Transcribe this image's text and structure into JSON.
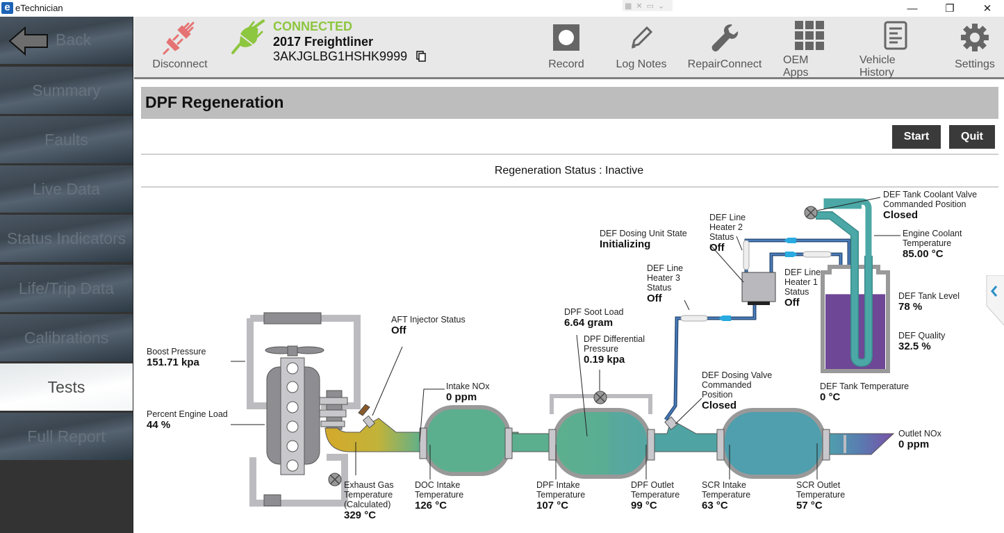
{
  "window": {
    "title": "eTechnician",
    "logo_letter": "e",
    "minimize_glyph": "—",
    "restore_glyph": "❐",
    "close_glyph": "✕"
  },
  "sidebar": {
    "back_label": "Back",
    "items": [
      {
        "label": "Summary",
        "active": false
      },
      {
        "label": "Faults",
        "active": false
      },
      {
        "label": "Live Data",
        "active": false
      },
      {
        "label": "Status Indicators",
        "active": false
      },
      {
        "label": "Life/Trip Data",
        "active": false
      },
      {
        "label": "Calibrations",
        "active": false
      },
      {
        "label": "Tests",
        "active": true
      },
      {
        "label": "Full Report",
        "active": false
      }
    ]
  },
  "topbar": {
    "disconnect_label": "Disconnect",
    "connection_status": "CONNECTED",
    "vehicle": "2017 Freightliner",
    "vin": "3AKJGLBG1HSHK9999",
    "tools": [
      {
        "label": "Record",
        "icon": "record-icon"
      },
      {
        "label": "Log Notes",
        "icon": "pencil-icon"
      },
      {
        "label": "RepairConnect",
        "icon": "wrench-icon"
      },
      {
        "label": "OEM Apps",
        "icon": "grid-icon"
      },
      {
        "label": "Vehicle History",
        "icon": "document-icon"
      },
      {
        "label": "Settings",
        "icon": "gear-icon"
      }
    ],
    "colors": {
      "connected": "#8dc63f",
      "disconnect": "#e57373"
    }
  },
  "page": {
    "title": "DPF Regeneration",
    "start_label": "Start",
    "quit_label": "Quit",
    "regeneration_status": "Regeneration Status : Inactive"
  },
  "diagram": {
    "boost_pressure": {
      "label": "Boost Pressure",
      "value": "151.71 kpa"
    },
    "engine_load": {
      "label": "Percent Engine Load",
      "value": "44 %"
    },
    "aft_injector": {
      "label": "AFT Injector Status",
      "value": "Off"
    },
    "exhaust_gas_temp": {
      "label": "Exhaust Gas Temperature (Calculated)",
      "line1": "Exhaust Gas",
      "line2": "Temperature",
      "line3": "(Calculated)",
      "value": "329 °C"
    },
    "intake_nox": {
      "label": "Intake NOx",
      "value": "0 ppm"
    },
    "doc_intake_temp": {
      "line1": "DOC Intake",
      "line2": "Temperature",
      "value": "126 °C"
    },
    "dpf_soot_load": {
      "label": "DPF Soot Load",
      "value": "6.64 gram"
    },
    "dpf_diff_pressure": {
      "line1": "DPF Differential",
      "line2": "Pressure",
      "value": "0.19 kpa"
    },
    "dpf_intake_temp": {
      "line1": "DPF Intake",
      "line2": "Temperature",
      "value": "107 °C"
    },
    "dpf_outlet_temp": {
      "line1": "DPF Outlet",
      "line2": "Temperature",
      "value": "99 °C"
    },
    "def_dosing_unit": {
      "label": "DEF Dosing Unit State",
      "value": "Initializing"
    },
    "def_line_heater_2": {
      "line1": "DEF Line",
      "line2": "Heater 2",
      "line3": "Status",
      "value": "Off"
    },
    "def_line_heater_3": {
      "line1": "DEF Line",
      "line2": "Heater 3",
      "line3": "Status",
      "value": "Off"
    },
    "def_line_heater_1": {
      "line1": "DEF Line",
      "line2": "Heater 1",
      "line3": "Status",
      "value": "Off"
    },
    "def_tank_coolant_valve": {
      "line1": "DEF Tank Coolant Valve",
      "line2": "Commanded Position",
      "value": "Closed"
    },
    "engine_coolant_temp": {
      "line1": "Engine Coolant",
      "line2": "Temperature",
      "value": "85.00 °C"
    },
    "def_tank_level": {
      "label": "DEF Tank Level",
      "value": "78 %",
      "fraction": 0.78
    },
    "def_quality": {
      "label": "DEF Quality",
      "value": "32.5 %"
    },
    "def_tank_temp": {
      "label": "DEF Tank Temperature",
      "value": "0 °C"
    },
    "def_dosing_valve": {
      "line1": "DEF Dosing Valve",
      "line2": "Commanded",
      "line3": "Position",
      "value": "Closed"
    },
    "scr_intake_temp": {
      "line1": "SCR Intake",
      "line2": "Temperature",
      "value": "63 °C"
    },
    "scr_outlet_temp": {
      "line1": "SCR Outlet",
      "line2": "Temperature",
      "value": "57 °C"
    },
    "outlet_nox": {
      "label": "Outlet NOx",
      "value": "0 ppm"
    },
    "colors": {
      "exhaust_hot": "#d4a92a",
      "doc": "#5caf8e",
      "dpf": "#5aac98",
      "scr": "#4f9fae",
      "def_fluid": "#6e4796",
      "coolant": "#4ba8a6",
      "def_line": "#3b6ea5",
      "flow_arrow": "#29aae1"
    }
  }
}
